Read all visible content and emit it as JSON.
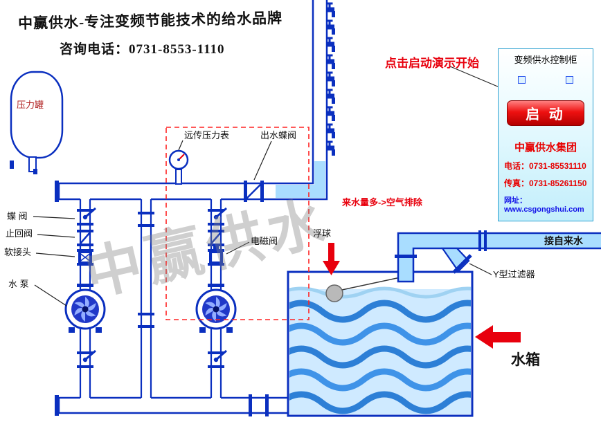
{
  "header": {
    "slogan": "中赢供水-专注变频节能技术的给水品牌",
    "consult_phone": "咨询电话：0731-8553-1110"
  },
  "diagram": {
    "pressure_tank": "压力罐",
    "remote_pressure_gauge": "远传压力表",
    "outlet_butterfly_valve": "出水蝶阀",
    "butterfly_valve": "蝶 阀",
    "check_valve": "止回阀",
    "soft_joint": "软接头",
    "water_pump": "水 泵",
    "solenoid_valve": "电磁阀",
    "float_ball": "浮球",
    "air_exhaust_note": "来水量多->空气排除",
    "click_to_start": "点击启动演示开始",
    "city_water_inlet": "接自来水",
    "y_filter": "Y型过滤器",
    "water_tank": "水箱",
    "watermark": "中赢供水"
  },
  "cabinet": {
    "title": "变频供水控制柜",
    "start_button": "启 动",
    "company": "中赢供水集团",
    "phone": "电话：0731-85531110",
    "fax": "传真：0731-85261150",
    "website": "网址：www.csgongshui.com"
  },
  "colors": {
    "pipe_blue": "#0a2fbf",
    "water_light": "#a9ddff",
    "wave_blue": "#2d7fd3",
    "alert_red": "#e8000d",
    "button_red": "#d40000"
  }
}
